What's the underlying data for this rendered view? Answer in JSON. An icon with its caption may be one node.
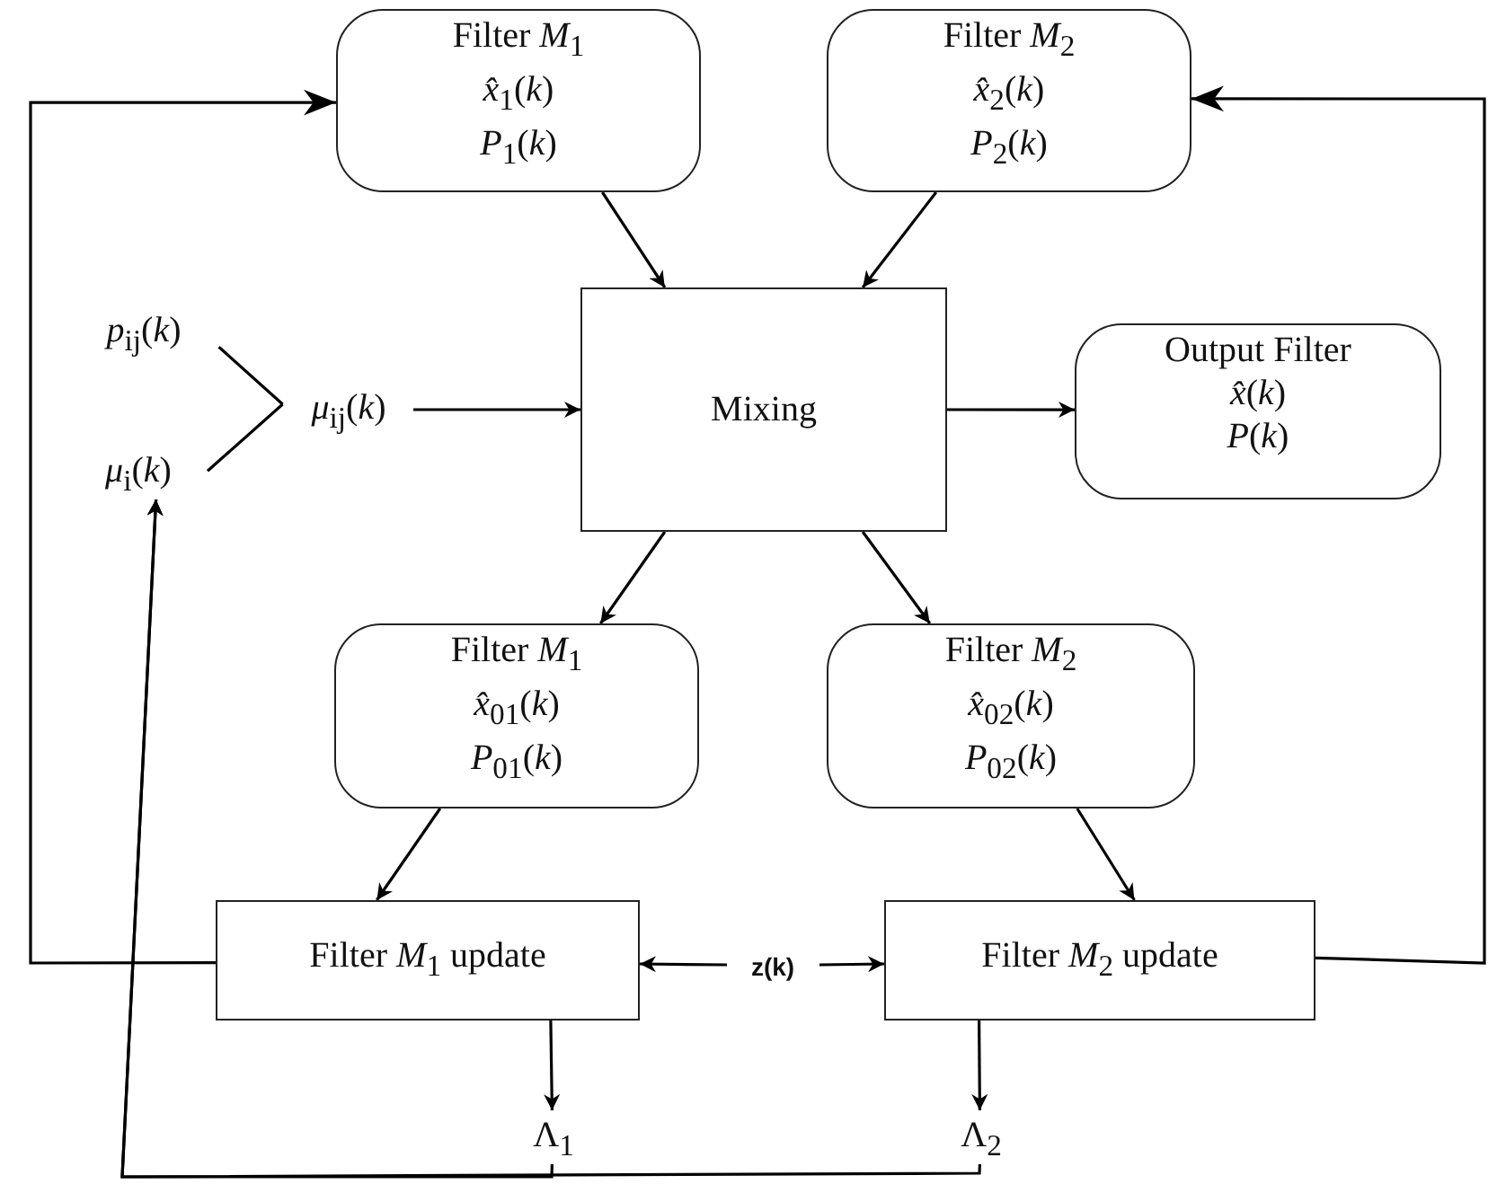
{
  "diagram": {
    "nodes": [
      {
        "text": [
          "Filter *M*$_{1}$",
          "*x̂*$_{1}$(*k*)",
          "*P*$_{1}$(*k*)"
        ]
      },
      {
        "text": [
          "Filter *M*$_{2}$",
          "*x̂*$_{2}$(*k*)",
          "*P*$_{2}$(*k*)"
        ]
      },
      {
        "text": [
          "*p*$_{ij}$(*k*)"
        ]
      },
      {
        "text": [
          "*μ*$_{i}$(*k*)"
        ]
      },
      {
        "text": [
          "*μ*$_{ij}$(*k*)"
        ]
      },
      {
        "text": [
          "Mixing"
        ]
      },
      {
        "text": [
          "Output Filter",
          "*x̂*(*k*)",
          "*P*(*k*)"
        ]
      },
      {
        "text": [
          "Filter *M*$_{1}$",
          "*x̂*$_{01}$(*k*)",
          "*P*$_{01}$(*k*)"
        ]
      },
      {
        "text": [
          "Filter *M*$_{2}$",
          "*x̂*$_{02}$(*k*)",
          "*P*$_{02}$(*k*)"
        ]
      },
      {
        "text": [
          "Filter *M*$_{1}$ update"
        ]
      },
      {
        "text": [
          "z(k)"
        ]
      },
      {
        "text": [
          "Filter *M*$_{2}$ update"
        ]
      },
      {
        "text": [
          "Λ$_{1}$"
        ]
      },
      {
        "text": [
          "Λ$_{2}$"
        ]
      }
    ],
    "edges": [
      {
        "from": 0,
        "to": 5,
        "arrow": "to"
      },
      {
        "from": 1,
        "to": 5,
        "arrow": "to"
      },
      {
        "from": 2,
        "to": 4,
        "arrow": "none"
      },
      {
        "from": 3,
        "to": 4,
        "arrow": "none"
      },
      {
        "from": 4,
        "to": 5,
        "arrow": "to"
      },
      {
        "from": 5,
        "to": 6,
        "arrow": "to"
      },
      {
        "from": 5,
        "to": 7,
        "arrow": "to"
      },
      {
        "from": 5,
        "to": 8,
        "arrow": "to"
      },
      {
        "from": 7,
        "to": 9,
        "arrow": "to"
      },
      {
        "from": 8,
        "to": 11,
        "arrow": "to"
      },
      {
        "from": 10,
        "to": 9,
        "arrow": "to"
      },
      {
        "from": 10,
        "to": 11,
        "arrow": "to"
      },
      {
        "from": 9,
        "to": 12,
        "arrow": "to"
      },
      {
        "from": 11,
        "to": 13,
        "arrow": "to"
      },
      {
        "from": 9,
        "to": 0,
        "arrow": "to"
      },
      {
        "from": 11,
        "to": 1,
        "arrow": "to"
      },
      {
        "from": 12,
        "to": 3,
        "arrow": "to"
      },
      {
        "from": 13,
        "to": 3,
        "arrow": "to"
      }
    ]
  }
}
